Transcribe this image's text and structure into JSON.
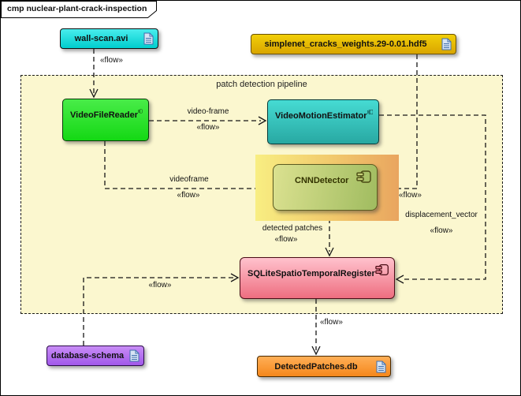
{
  "frame": {
    "title": "cmp nuclear-plant-crack-inspection"
  },
  "container": {
    "label": "patch detection pipeline"
  },
  "artifacts": [
    {
      "id": "wall-scan",
      "label": "wall-scan.avi"
    },
    {
      "id": "weights-file",
      "label": "simplenet_cracks_weights.29-0.01.hdf5"
    },
    {
      "id": "database-schema",
      "label": "database-schema"
    },
    {
      "id": "detected-patches-db",
      "label": "DetectedPatches.db"
    }
  ],
  "components": [
    {
      "id": "video-file-reader",
      "label": "VideoFileReader"
    },
    {
      "id": "video-motion-estimator",
      "label": "VideoMotionEstimator"
    },
    {
      "id": "cnn-detector",
      "label": "CNNDetector"
    },
    {
      "id": "sqlite-register",
      "label": "SQLiteSpatioTemporalRegister"
    }
  ],
  "edges": [
    {
      "from": "wall-scan",
      "to": "video-file-reader",
      "name": "",
      "stereotype": "«flow»"
    },
    {
      "from": "video-file-reader",
      "to": "video-motion-estimator",
      "name": "video-frame",
      "stereotype": "«flow»"
    },
    {
      "from": "video-file-reader",
      "to": "cnn-detector",
      "name": "videoframe",
      "stereotype": "«flow»"
    },
    {
      "from": "weights-file",
      "to": "cnn-detector",
      "name": "",
      "stereotype": "«flow»"
    },
    {
      "from": "video-motion-estimator",
      "to": "sqlite-register",
      "name": "displacement_vector",
      "stereotype": "«flow»"
    },
    {
      "from": "cnn-detector",
      "to": "sqlite-register",
      "name": "detected patches",
      "stereotype": "«flow»"
    },
    {
      "from": "database-schema",
      "to": "sqlite-register",
      "name": "",
      "stereotype": "«flow»"
    },
    {
      "from": "sqlite-register",
      "to": "detected-patches-db",
      "name": "",
      "stereotype": "«flow»"
    }
  ],
  "colors": {
    "container_fill": "#fbf7cf",
    "wall_scan": "#00cdcd",
    "weights": "#e8c000",
    "video_file_reader": "#22e022",
    "video_motion_estimator": "#35c5bd",
    "cnn_detector": "#bcd077",
    "cnn_glow_left": "#f8ee82",
    "cnn_glow_right": "#e9a55f",
    "sqlite_register": "#f591a1",
    "database_schema": "#b372f0",
    "detected_patches_db": "#f99a39",
    "doc_icon": "#3f6fae"
  }
}
